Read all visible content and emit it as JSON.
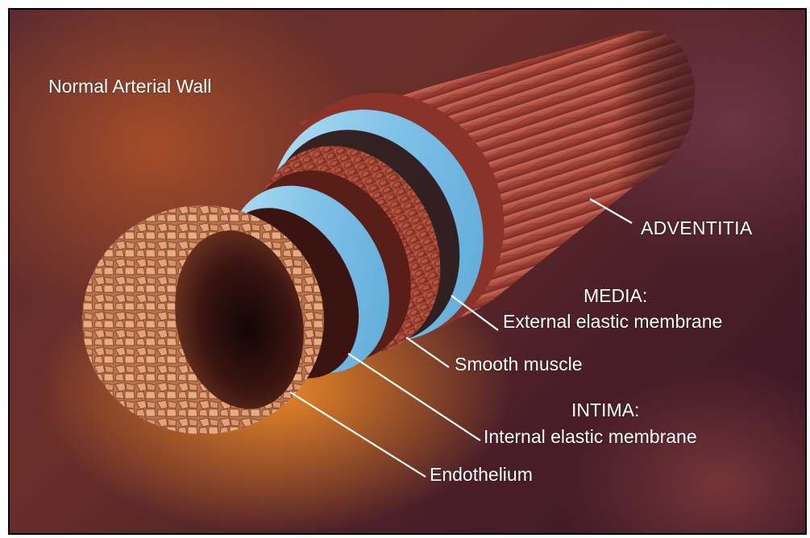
{
  "title": "Normal Arterial Wall",
  "labels": {
    "adventitia": "ADVENTITIA",
    "media_heading": "MEDIA:",
    "external_elastic": "External elastic membrane",
    "smooth_muscle": "Smooth muscle",
    "intima_heading": "INTIMA:",
    "internal_elastic": "Internal elastic membrane",
    "endothelium": "Endothelium"
  },
  "colors": {
    "adventitia": "#b24a3e",
    "elastic_membrane": "#8ec9ea",
    "smooth_muscle": "#9a3a2e",
    "endothelium": "#d89a70",
    "leader_line": "#ffffff"
  }
}
